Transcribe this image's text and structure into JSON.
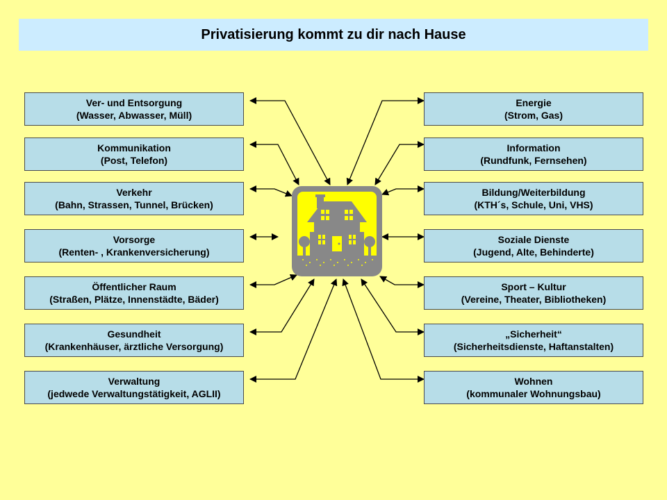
{
  "title": "Privatisierung kommt zu dir nach Hause",
  "colors": {
    "background": "#ffff99",
    "title_bar": "#ccecff",
    "box_fill": "#b7dde8",
    "house_frame": "#888888",
    "house_field": "#ffff00",
    "house_body": "#888888",
    "arrow": "#000000"
  },
  "icons": {
    "center": "house-icon"
  },
  "left_boxes": [
    {
      "line1": "Ver- und Entsorgung",
      "line2": "(Wasser, Abwasser, Müll)"
    },
    {
      "line1": "Kommunikation",
      "line2": "(Post, Telefon)"
    },
    {
      "line1": "Verkehr",
      "line2": "(Bahn, Strassen, Tunnel, Brücken)"
    },
    {
      "line1": "Vorsorge",
      "line2": "(Renten- , Krankenversicherung)"
    },
    {
      "line1": "Öffentlicher Raum",
      "line2": "(Straßen, Plätze, Innenstädte, Bäder)"
    },
    {
      "line1": "Gesundheit",
      "line2": "(Krankenhäuser, ärztliche Versorgung)"
    },
    {
      "line1": "Verwaltung",
      "line2": "(jedwede Verwaltungstätigkeit, AGLII)"
    }
  ],
  "right_boxes": [
    {
      "line1": "Energie",
      "line2": "(Strom, Gas)"
    },
    {
      "line1": "Information",
      "line2": "(Rundfunk, Fernsehen)"
    },
    {
      "line1": "Bildung/Weiterbildung",
      "line2": "(KTH´s, Schule, Uni, VHS)"
    },
    {
      "line1": "Soziale Dienste",
      "line2": "(Jugend, Alte, Behinderte)"
    },
    {
      "line1": "Sport – Kultur",
      "line2": "(Vereine, Theater, Bibliotheken)"
    },
    {
      "line1": "„Sicherheit“",
      "line2": "(Sicherheitsdienste, Haftanstalten)"
    },
    {
      "line1": "Wohnen",
      "line2": "(kommunaler Wohnungsbau)"
    }
  ]
}
